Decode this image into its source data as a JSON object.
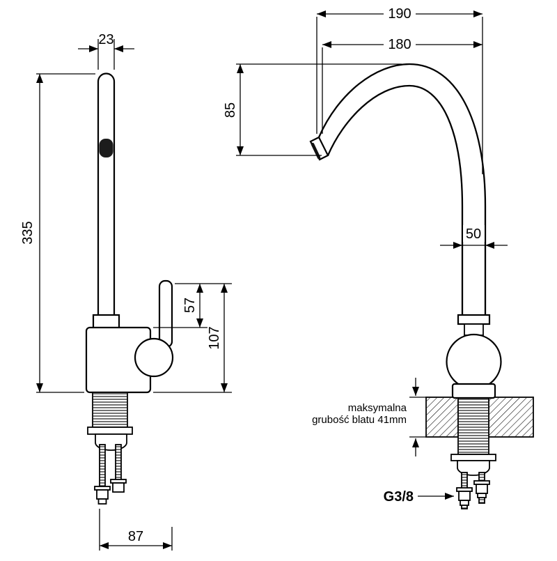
{
  "side_view": {
    "spout_width": "23",
    "total_height": "335",
    "handle_height": "57",
    "body_height": "107",
    "base_depth": "87"
  },
  "front_view": {
    "reach_outer": "190",
    "reach_inner": "180",
    "spout_drop": "85",
    "body_width": "50"
  },
  "notes": {
    "counter_max_line1": "maksymalna",
    "counter_max_line2": "grubość blatu 41mm",
    "thread_size": "G3/8"
  },
  "colors": {
    "line": "#000000",
    "background": "#ffffff"
  }
}
